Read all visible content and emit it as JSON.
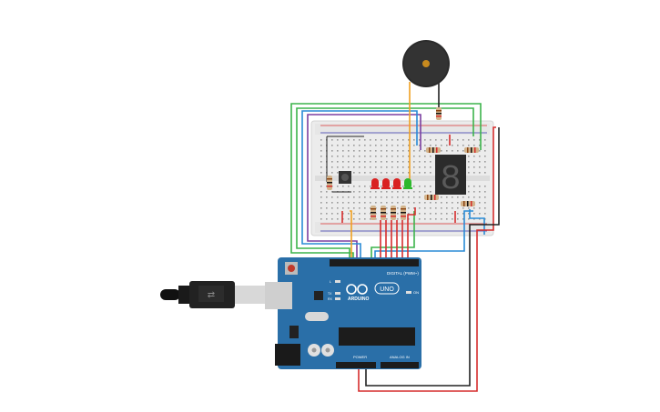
{
  "circuit": {
    "arduino": {
      "brand_label": "ARDUINO",
      "model_label": "UNO",
      "digital_header_label": "DIGITAL (PWM~)",
      "power_label": "POWER",
      "analog_label": "ANALOG IN",
      "on_label": "ON",
      "tx_label": "TX",
      "rx_label": "RX",
      "l_label": "L"
    },
    "seven_segment": {
      "digit": "8"
    },
    "leds": [
      "#d92222",
      "#d92222",
      "#d92222",
      "#2db82d"
    ],
    "wire_colors": {
      "green": "#3cb44b",
      "purple": "#7b3fa0",
      "blue": "#2a8bd6",
      "red": "#d62d2d",
      "black": "#222222",
      "orange": "#f0a020"
    },
    "board_color": "#2a6fa8",
    "breadboard_color": "#efefef"
  }
}
